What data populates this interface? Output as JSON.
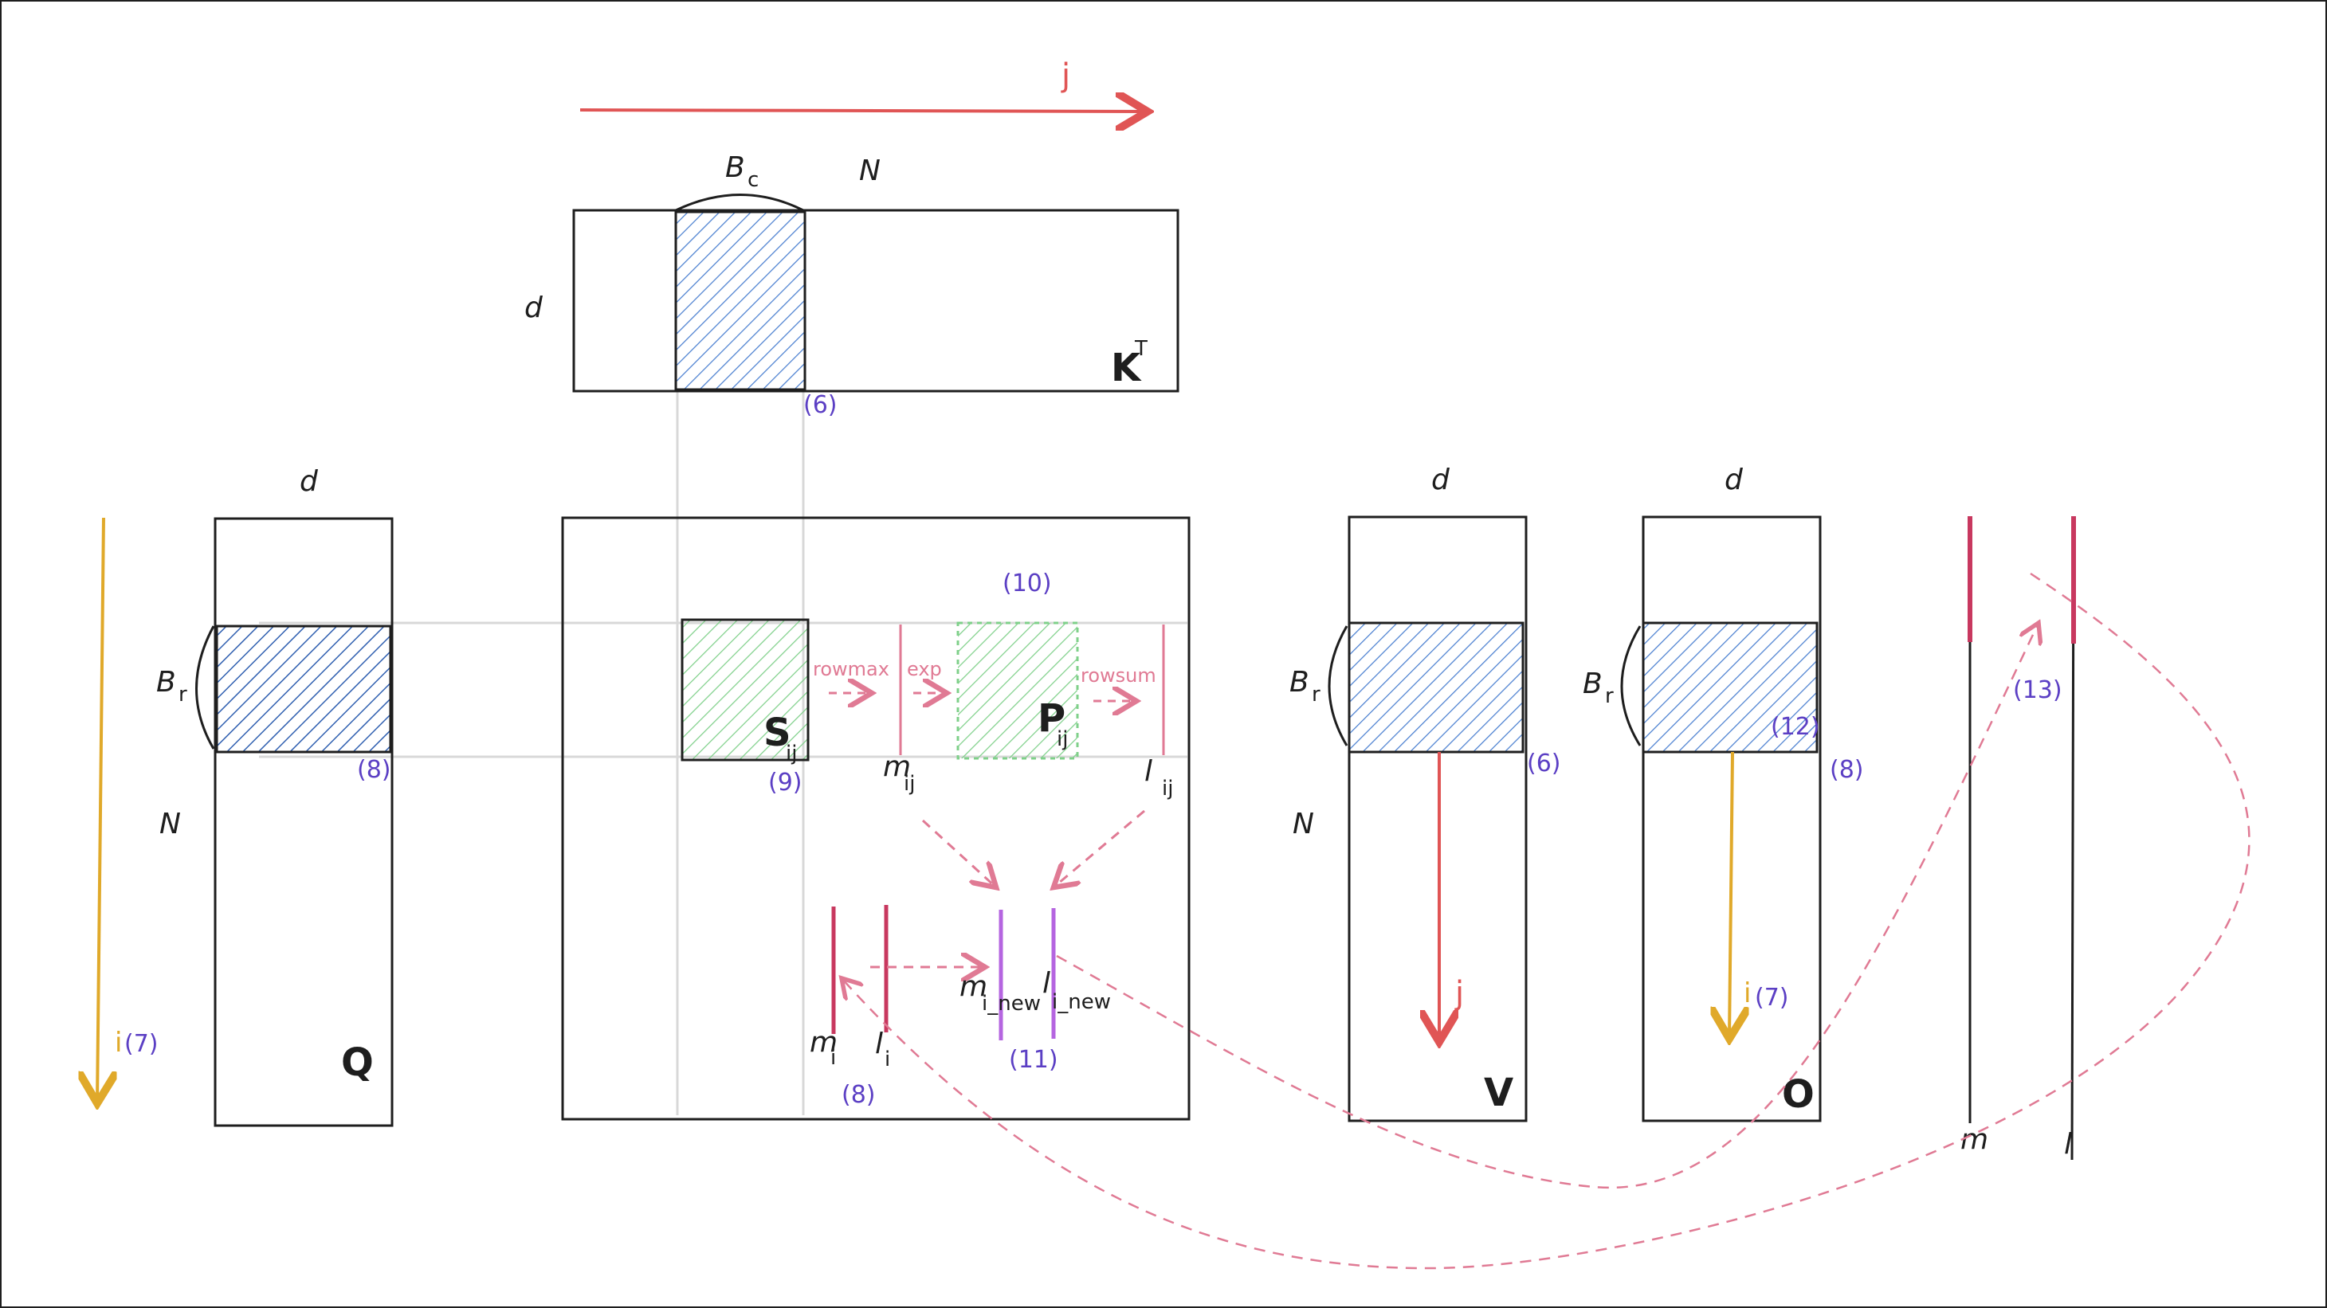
{
  "colors": {
    "ink": "#1e1e1e",
    "blue_hatch": "#4a7fd0",
    "green_hatch": "#7fd08a",
    "red_arrow": "#e05555",
    "yellow_arrow": "#e0a92a",
    "pink": "#e07a94",
    "purple": "#b565e0",
    "crimson": "#c8385f",
    "number": "#5b3fc4",
    "guide": "#d8d8d8"
  },
  "labels": {
    "j_top": "j",
    "Bc": "B",
    "Bc_sub": "c",
    "N_top": "N",
    "d_kt": "d",
    "KT": "K",
    "KT_sup": "T",
    "n6_kt": "(6)",
    "d_q": "d",
    "Br_q": "B",
    "Br_q_sub": "r",
    "N_q": "N",
    "n8_q": "(8)",
    "Q": "Q",
    "i7_left": "i",
    "i7_left_num": "(7)",
    "n10": "(10)",
    "rowmax": "rowmax",
    "exp": "exp",
    "rowsum": "rowsum",
    "S": "S",
    "S_sub": "ij",
    "P": "P",
    "P_sub": "ij",
    "n9": "(9)",
    "m_ij": "m",
    "m_ij_sub": "ij",
    "l_ij": "l",
    "l_ij_sub": "ij",
    "mi": "m",
    "mi_sub": "i",
    "li": "l",
    "li_sub": "i",
    "n8_s": "(8)",
    "mi_new": "m",
    "mi_new_sub": "i_new",
    "li_new": "l",
    "li_new_sub": "i_new",
    "n11": "(11)",
    "d_v": "d",
    "Br_v": "B",
    "Br_v_sub": "r",
    "N_v": "N",
    "n6_v": "(6)",
    "j_v": "j",
    "V": "V",
    "d_o": "d",
    "Br_o": "B",
    "Br_o_sub": "r",
    "n12": "(12)",
    "n8_o": "(8)",
    "i_o": "i",
    "i_o_num": "(7)",
    "O": "O",
    "n13": "(13)",
    "m_right": "m",
    "l_right": "l"
  }
}
